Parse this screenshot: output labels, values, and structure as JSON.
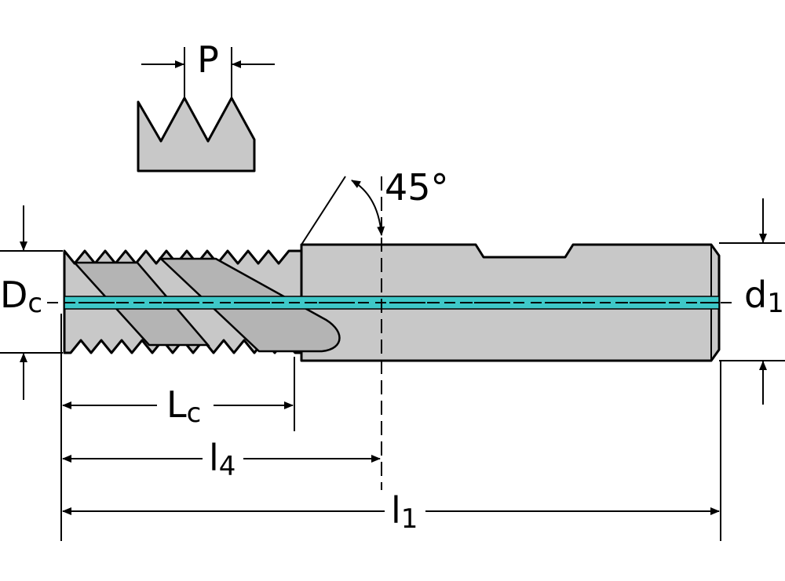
{
  "labels": {
    "pitch": "P",
    "angle": "45°",
    "cutting_diameter": {
      "main": "D",
      "sub": "c"
    },
    "shank_diameter": {
      "main": "d",
      "sub": "1"
    },
    "cutting_length": {
      "main": "L",
      "sub": "c"
    },
    "length_4": {
      "main": "l",
      "sub": "4"
    },
    "overall_length": {
      "main": "l",
      "sub": "1"
    }
  },
  "colors": {
    "tool_fill": "#c8c8c8",
    "outline": "#000000",
    "coolant_channel": "#3ec8c8",
    "background": "#ffffff"
  }
}
